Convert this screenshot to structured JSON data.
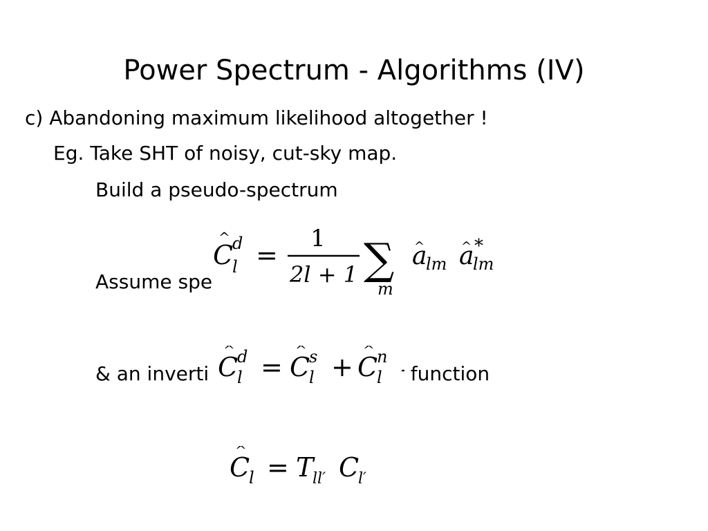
{
  "slide": {
    "title": "Power Spectrum - Algorithms (IV)",
    "lines": [
      "c) Abandoning maximum likelihood altogether !",
      "Eg. Take SHT of noisy, cut-sky map.",
      "Build a pseudo-spectrum",
      "Assume spe",
      "& an inverti",
      "er function"
    ]
  },
  "equations": {
    "eq1": {
      "lhs_base": "C",
      "lhs_sub": "l",
      "lhs_sup": "d",
      "equals": "=",
      "frac_num": "1",
      "frac_den": "2l + 1",
      "sum": "∑",
      "sum_sub": "m",
      "a1_base": "a",
      "a1_sub": "lm",
      "a2_base": "a",
      "a2_sub": "lm",
      "a2_sup": "*"
    },
    "eq2": {
      "lhs_base": "C",
      "lhs_sub": "l",
      "lhs_sup": "d",
      "equals": "=",
      "t1_base": "C",
      "t1_sub": "l",
      "t1_sup": "s",
      "plus": "+",
      "t2_base": "C",
      "t2_sub": "l",
      "t2_sup": "n"
    },
    "eq3": {
      "lhs_base": "C",
      "lhs_sub": "l",
      "equals": "=",
      "t_base": "T",
      "t_sub": "ll′",
      "c_base": "C",
      "c_sub": "l′"
    }
  }
}
